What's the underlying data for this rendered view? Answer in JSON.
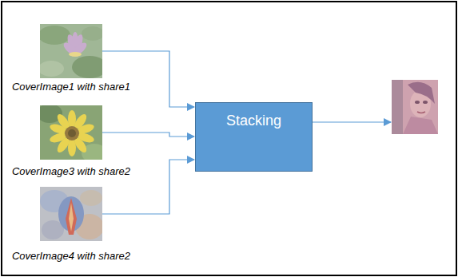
{
  "diagram": {
    "nodes": [
      {
        "text": [
          "CoverImage1 with share1"
        ]
      },
      {
        "text": [
          "CoverImage3 with share2"
        ]
      },
      {
        "text": [
          "CoverImage4 with share2"
        ]
      },
      {
        "text": [
          "Stacking"
        ]
      }
    ],
    "edges": [
      {
        "from": 0,
        "to": 3,
        "arrow": "to"
      },
      {
        "from": 1,
        "to": 3,
        "arrow": "to"
      },
      {
        "from": 2,
        "to": 3,
        "arrow": "to"
      }
    ]
  }
}
